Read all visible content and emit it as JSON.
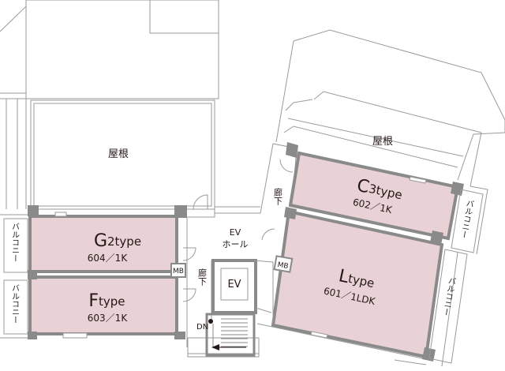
{
  "colors": {
    "unit_fill": "#e8d2d6",
    "wall": "#8a8a8a",
    "line": "#9a9a9a",
    "text": "#231815"
  },
  "roofs": {
    "left_label": "屋根",
    "right_label": "屋根"
  },
  "units": [
    {
      "id": "g2",
      "type_letter": "G",
      "type_rest": "2type",
      "number_plan": "604／1K"
    },
    {
      "id": "f",
      "type_letter": "F",
      "type_rest": "type",
      "number_plan": "603／1K"
    },
    {
      "id": "c3",
      "type_letter": "C",
      "type_rest": "3type",
      "number_plan": "602／1K"
    },
    {
      "id": "l",
      "type_letter": "L",
      "type_rest": "type",
      "number_plan": "601／1LDK"
    }
  ],
  "balconies": {
    "left_top": "バルコニー",
    "left_bottom": "バルコニー",
    "right_top": "バルコニー",
    "right_bottom": "バルコニー"
  },
  "common": {
    "ev_hall_line1": "EV",
    "ev_hall_line2": "ホール",
    "corridor_left": "廊下",
    "corridor_right": "廊下",
    "elevator": "EV",
    "meter_box_left": "MB",
    "meter_box_right": "MB",
    "stair_dn": "DN"
  }
}
